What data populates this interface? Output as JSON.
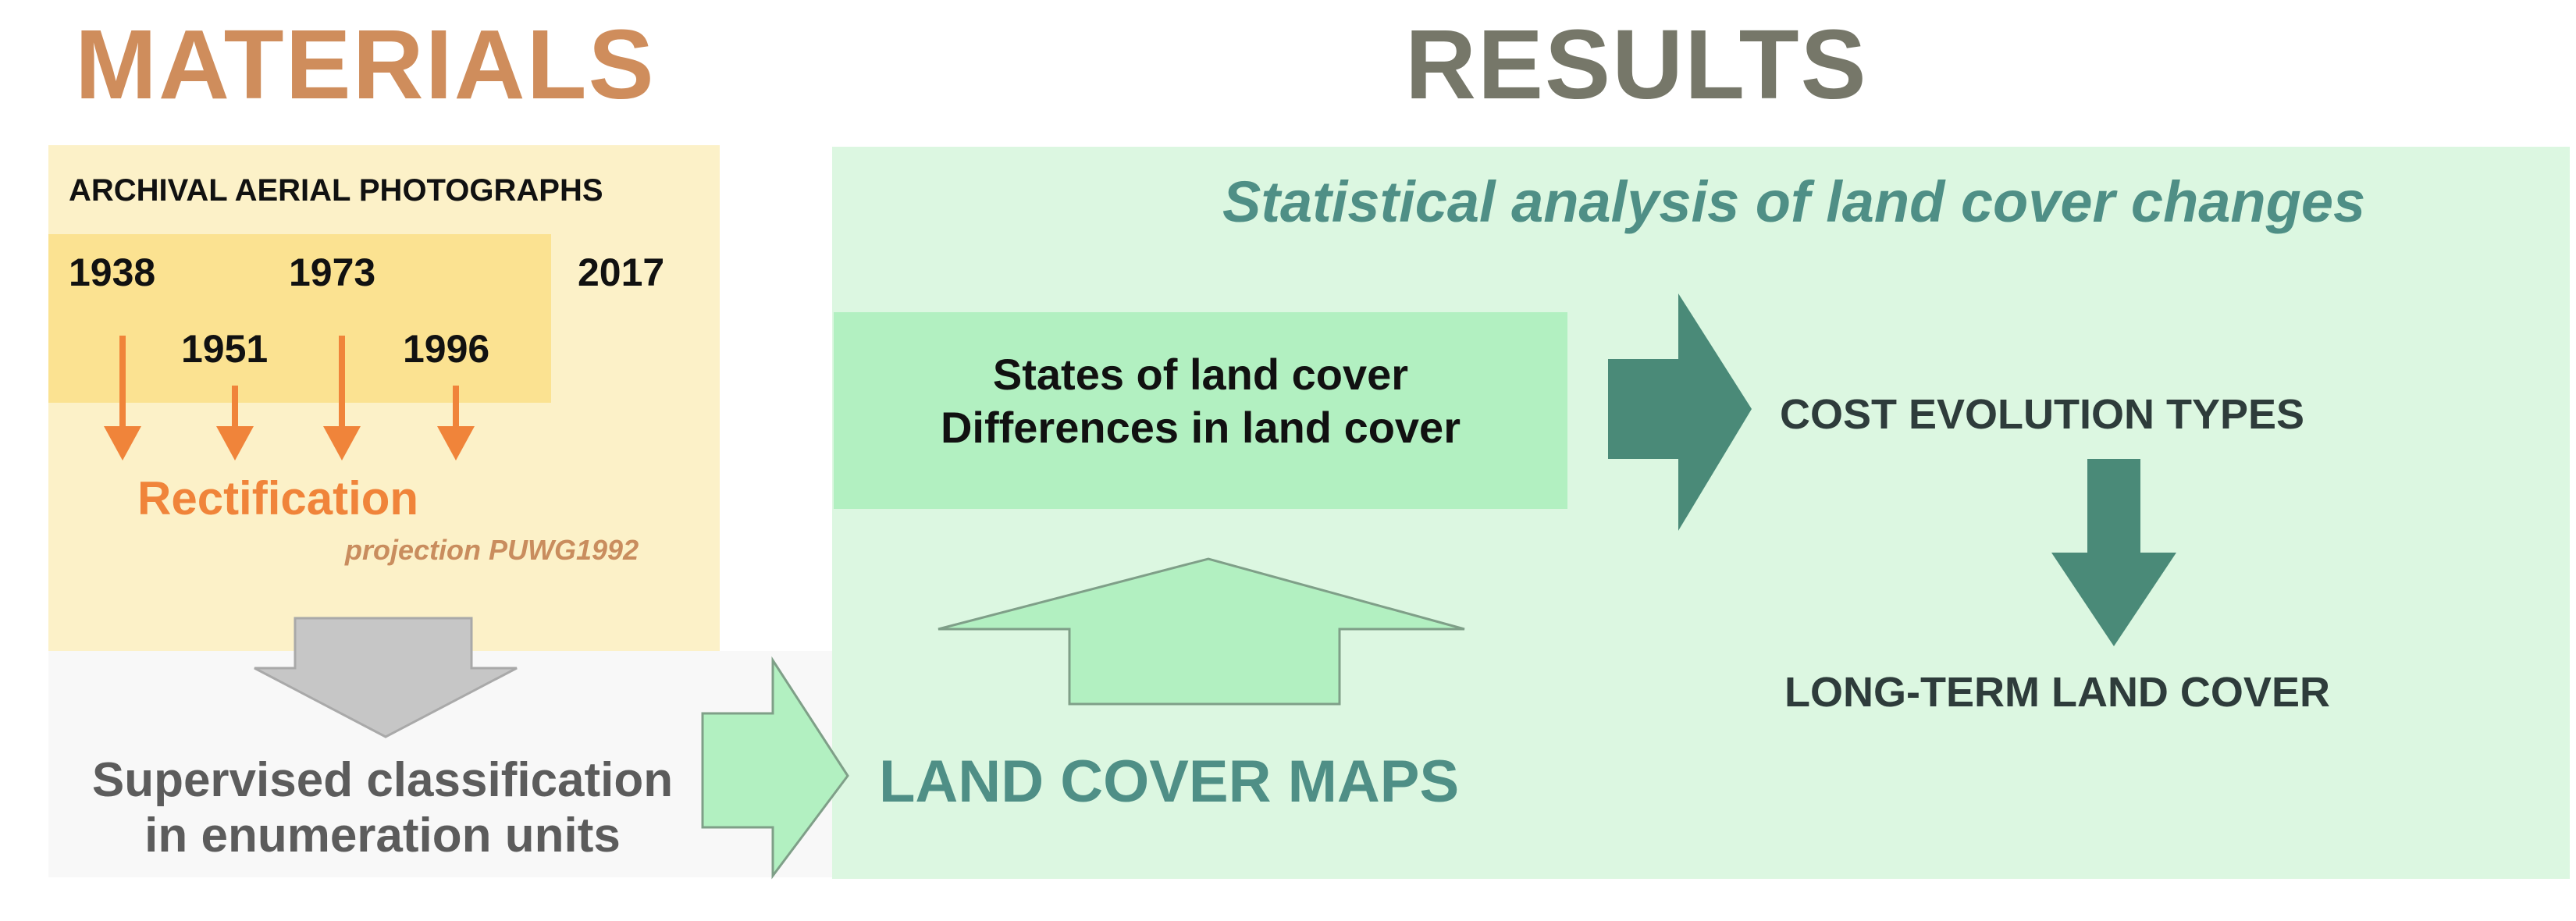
{
  "materials": {
    "heading": "MATERIALS",
    "photos_label": "ARCHIVAL AERIAL PHOTOGRAPHS",
    "years": {
      "y1938": "1938",
      "y1951": "1951",
      "y1973": "1973",
      "y1996": "1996",
      "y2017": "2017"
    },
    "rectification": "Rectification",
    "projection": "projection PUWG1992",
    "classification": "Supervised classification in enumeration units"
  },
  "results": {
    "heading": "RESULTS",
    "statistical": "Statistical analysis of land cover changes",
    "states": "States of land cover",
    "differences": "Differences in land cover",
    "maps": "LAND COVER MAPS",
    "cost_types": "COST EVOLUTION TYPES",
    "long_term": "LONG-TERM LAND COVER"
  },
  "colors": {
    "materials_heading": "#cf8d5c",
    "results_heading": "#767769",
    "materials_bg": "#fcf1c8",
    "years_panel": "#fbe291",
    "orange_arrow": "#f0843a",
    "grey_arrow": "#c6c6c6",
    "results_bg": "#dcf7e1",
    "states_box": "#b2f0c1",
    "teal_arrow": "#4a8a78",
    "teal_text": "#4f8f86"
  }
}
